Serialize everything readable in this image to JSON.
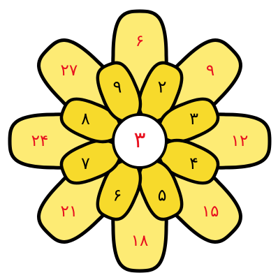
{
  "colors": {
    "outer_petal_fill": "#FDEB74",
    "inner_petal_fill": "#F7DA2B",
    "center_fill": "#FFFFFF",
    "outline": "#000000",
    "outer_number_color": "#E8101F",
    "inner_number_color": "#000000",
    "center_number_color": "#E8101F"
  },
  "flower": {
    "center_number": "۳",
    "inner_petals": [
      "۲",
      "۳",
      "۴",
      "۵",
      "۶",
      "۷",
      "۸",
      "۹"
    ],
    "outer_petals": [
      "۶",
      "۹",
      "۱۲",
      "۱۵",
      "۱۸",
      "۲۱",
      "۲۴",
      "۲۷"
    ]
  }
}
